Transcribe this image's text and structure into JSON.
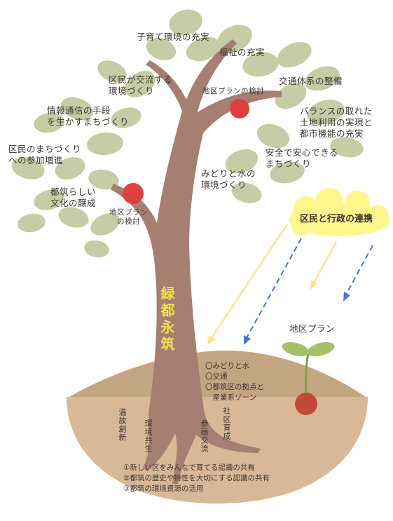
{
  "tree": {
    "trunk_title": "緑都永筑",
    "leaves": [
      "子育て環境の充実",
      "福祉の充実",
      "区民が交流する\n環境づくり",
      "交通体系の整備",
      "情報通信の手段\nを生かすまちづくり",
      "バランスの取れた\n土地利用の実現と\n都市機能の充実",
      "区民のまちづくり\nへの参加増進",
      "安全で安心できる\nまちづくり",
      "みどりと水の\n環境づくり",
      "都筑らしい\n文化の醸成"
    ],
    "fruit_labels": [
      "地区プランの検討",
      "地区プラン\nの検討"
    ]
  },
  "cloud": {
    "text": "区民と行政の連携"
  },
  "sprout": {
    "label": "地区プラン"
  },
  "ground": {
    "bullets": [
      "〇みどりと水",
      "〇交通",
      "〇都筑区の拠点と\n　産業系ゾーン"
    ],
    "roots": [
      "温故創新",
      "環境共生",
      "参画交流",
      "社区育成"
    ],
    "foundations": [
      "①新しい区をみんなで育てる認識の共有",
      "②都筑の歴史や特性を大切にする認識の共有",
      "③都筑の環境資源の活用"
    ]
  },
  "colors": {
    "leaf": "#c5cca6",
    "trunk": "#a67e72",
    "fruit": "#de4040",
    "soil_top": "#c4a582",
    "soil_bottom": "#d8b896",
    "cloud": "#fff68c",
    "arrow_yellow": "#f4e78c",
    "arrow_blue": "#4b78c4"
  }
}
